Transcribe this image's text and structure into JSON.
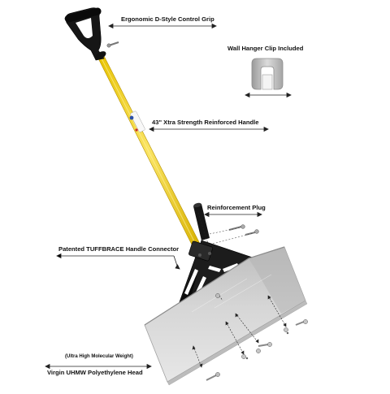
{
  "labels": {
    "grip": "Ergonomic D-Style Control Grip",
    "wall_clip": "Wall Hanger Clip Included",
    "handle": "43\" Xtra Strength Reinforced Handle",
    "plug": "Reinforcement Plug",
    "connector": "Patented TUFFBRACE Handle Connector",
    "uhmw_note": "(Ultra High Molecular Weight)",
    "head": "Virgin UHMW Polyethylene Head"
  },
  "colors": {
    "handle_yellow": "#f2d21b",
    "grip_black": "#151515",
    "bracket_black": "#1c1c1c",
    "blade_silver": "#cfcfcf",
    "clip_silver": "#c4c4c4",
    "arrow": "#222222"
  }
}
